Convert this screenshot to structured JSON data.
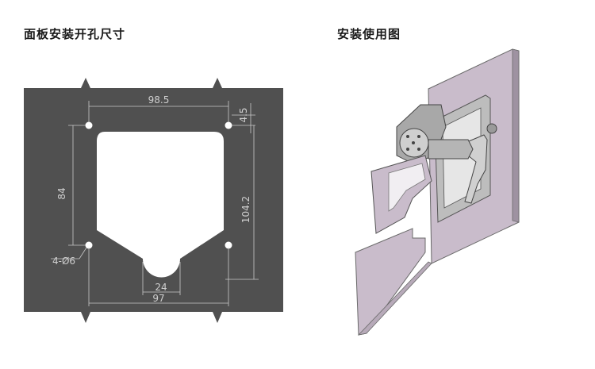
{
  "headings": {
    "panel_cutout": "面板安装开孔尺寸",
    "usage": "安装使用图"
  },
  "dimensions": {
    "top_width": "98.5",
    "hole_offset": "4.5",
    "left_height": "84",
    "right_height": "104.2",
    "holes": "4-Ø6",
    "notch_width": "24",
    "bottom_width": "97"
  },
  "colors": {
    "panel": "#505050",
    "dim_lines": "#c8c8c8",
    "mount_panel": "#c9bccb",
    "latch_metal": "#bdbdbd"
  }
}
